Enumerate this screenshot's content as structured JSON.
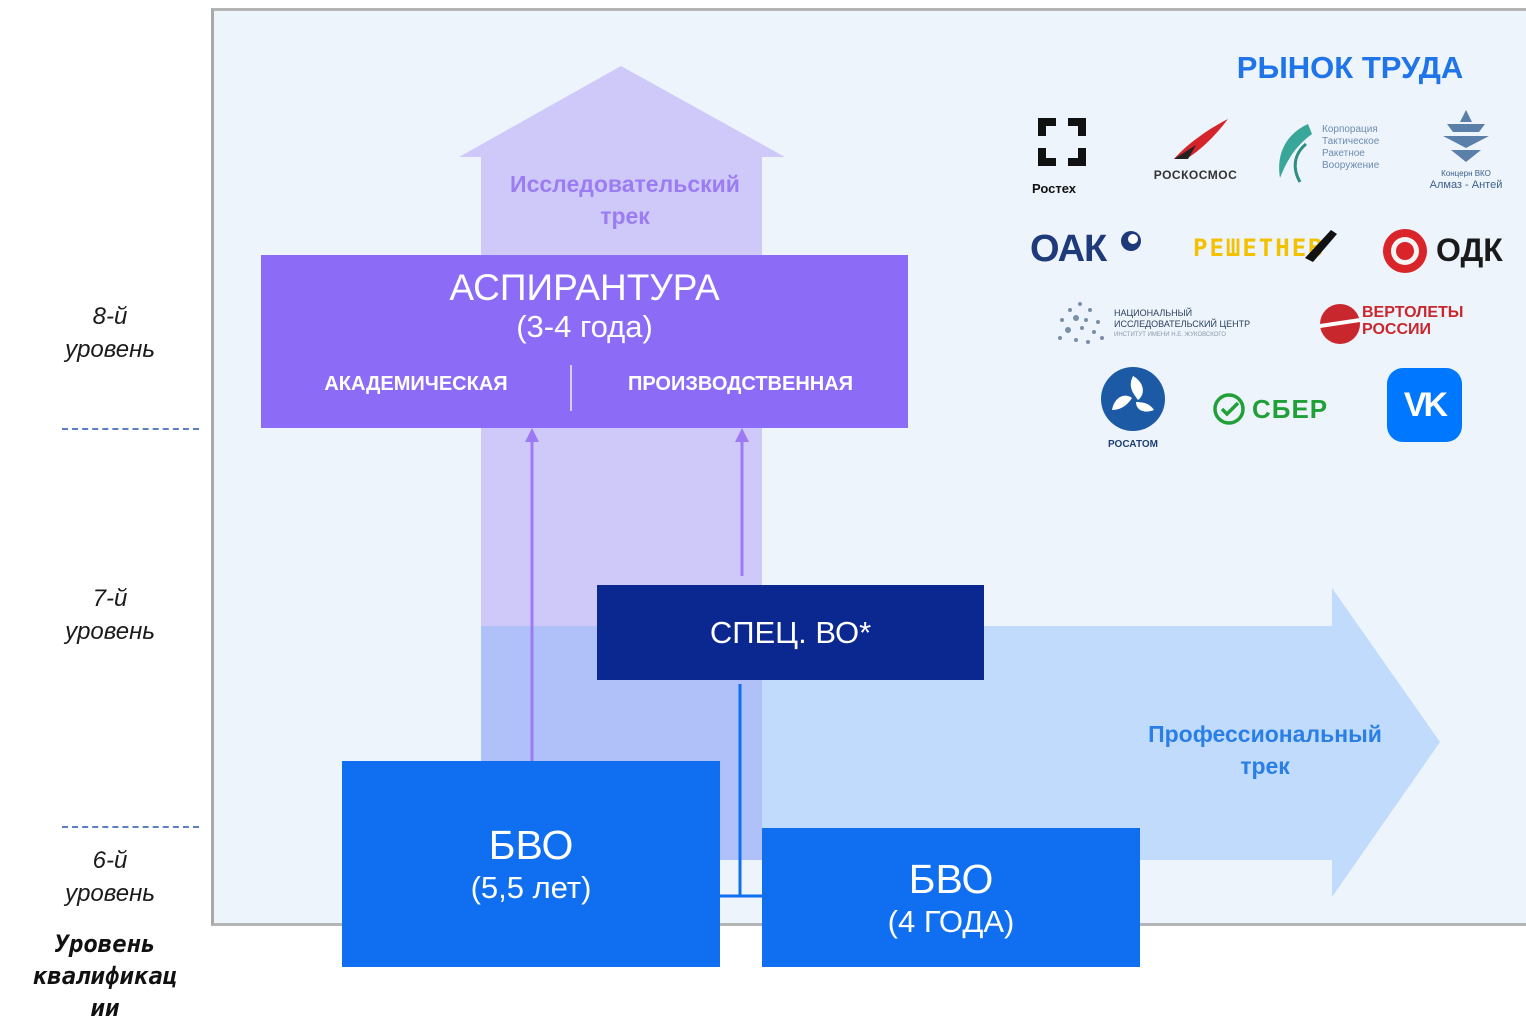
{
  "levels": {
    "l8": [
      "8-й",
      "уровень"
    ],
    "l7": [
      "7-й",
      "уровень"
    ],
    "l6": [
      "6-й",
      "уровень"
    ],
    "qualification": [
      "Уровень",
      "квалификац",
      "ии"
    ]
  },
  "tracks": {
    "research": [
      "Исследовательский",
      "трек"
    ],
    "professional": [
      "Профессиональный",
      "трек"
    ]
  },
  "aspirantura": {
    "title": "АСПИРАНТУРА",
    "duration": "(3-4 года)",
    "academic": "АКАДЕМИЧЕСКАЯ",
    "industrial": "ПРОИЗВОДСТВЕННАЯ"
  },
  "spec": {
    "title": "СПЕЦ. ВО*"
  },
  "bvo1": {
    "title": "БВО",
    "duration": "(5,5 лет)"
  },
  "bvo2": {
    "title": "БВО",
    "duration": "(4 ГОДА)"
  },
  "market": {
    "title": "РЫНОК ТРУДА",
    "logos": {
      "rostec": "Ростех",
      "roscosmos": "РОСКОСМОС",
      "ktrv": [
        "Корпорация",
        "Тактическое",
        "Ракетное",
        "Вооружение"
      ],
      "almaz": [
        "Концерн ВКО",
        "Алмаз - Антей"
      ],
      "oak": "ОАК",
      "reshetnev": "РЕШЕТНЕВ",
      "odk": "ОДК",
      "nic": [
        "НАЦИОНАЛЬНЫЙ",
        "ИССЛЕДОВАТЕЛЬСКИЙ ЦЕНТР",
        "ИНСТИТУТ ИМЕНИ Н.Е. ЖУКОВСКОГО"
      ],
      "helicopters": [
        "ВЕРТОЛЕТЫ",
        "РОССИИ"
      ],
      "rosatom": "РОСАТОМ",
      "sber": "СБЕР",
      "vk": "VK"
    }
  },
  "colors": {
    "research_arrow": "#c9c2f8",
    "professional_arrow": "#bcd8fb",
    "aspirantura": "#8c6cf7",
    "spec": "#0b2790",
    "bvo": "#0f6ff0",
    "research_text": "#9b7cf3",
    "professional_text": "#2a7fe6"
  }
}
